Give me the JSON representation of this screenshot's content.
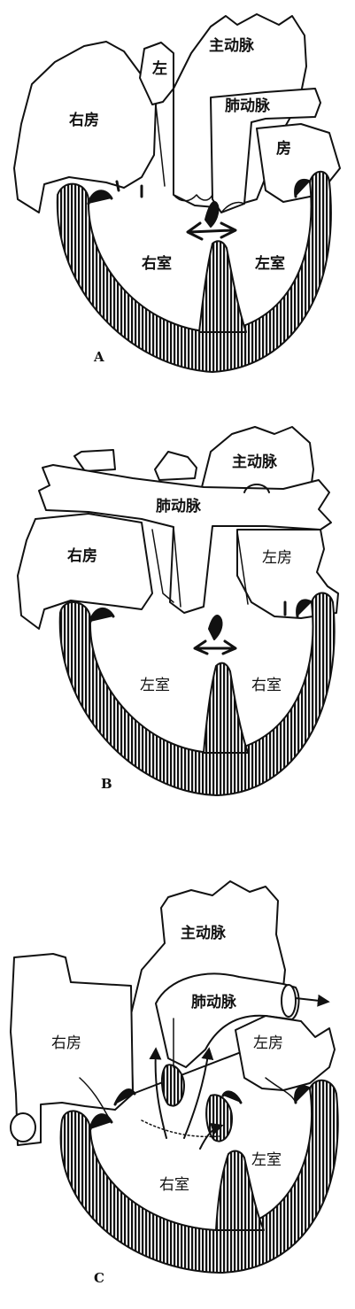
{
  "panels": [
    {
      "letter": "A",
      "labels": {
        "right_atrium": "右房",
        "left_top": "左",
        "aorta": "主动脉",
        "pulmonary_artery": "肺动脉",
        "atrium_fragment": "房",
        "right_ventricle": "右室",
        "left_ventricle": "左室"
      }
    },
    {
      "letter": "B",
      "labels": {
        "aorta": "主动脉",
        "pulmonary_artery": "肺动脉",
        "right_atrium": "右房",
        "left_atrium": "左房",
        "left_ventricle": "左室",
        "right_ventricle": "右室"
      }
    },
    {
      "letter": "C",
      "labels": {
        "aorta": "主动脉",
        "pulmonary_artery": "肺动脉",
        "right_atrium": "右房",
        "left_atrium": "左房",
        "right_ventricle": "右室",
        "left_ventricle": "左室"
      }
    }
  ]
}
